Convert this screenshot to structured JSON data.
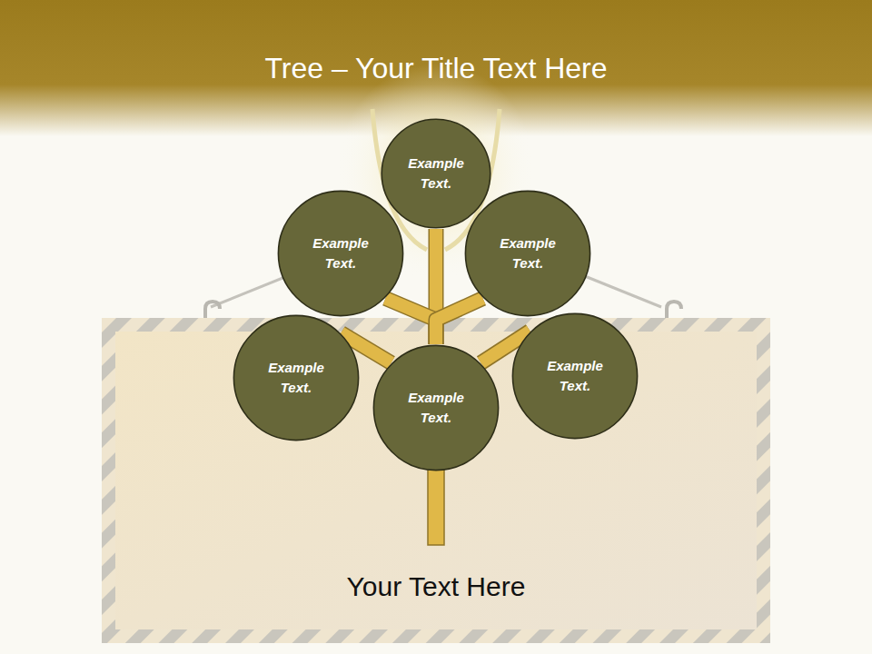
{
  "diagram": {
    "title": "Tree – Your Title Text Here",
    "nodes": [
      {
        "text": [
          "Example Text."
        ]
      },
      {
        "text": [
          "Example Text."
        ]
      },
      {
        "text": [
          "Example Text."
        ]
      },
      {
        "text": [
          "Example Text."
        ]
      },
      {
        "text": [
          "Example Text."
        ]
      },
      {
        "text": [
          "Example Text."
        ]
      },
      {
        "text": [
          "Your Text Here"
        ]
      }
    ],
    "edges": [
      {
        "from": 4,
        "to": 0,
        "arrow": "none"
      },
      {
        "from": 4,
        "to": 1,
        "arrow": "none"
      },
      {
        "from": 4,
        "to": 2,
        "arrow": "none"
      },
      {
        "from": 4,
        "to": 3,
        "arrow": "none"
      },
      {
        "from": 4,
        "to": 5,
        "arrow": "none"
      }
    ]
  }
}
